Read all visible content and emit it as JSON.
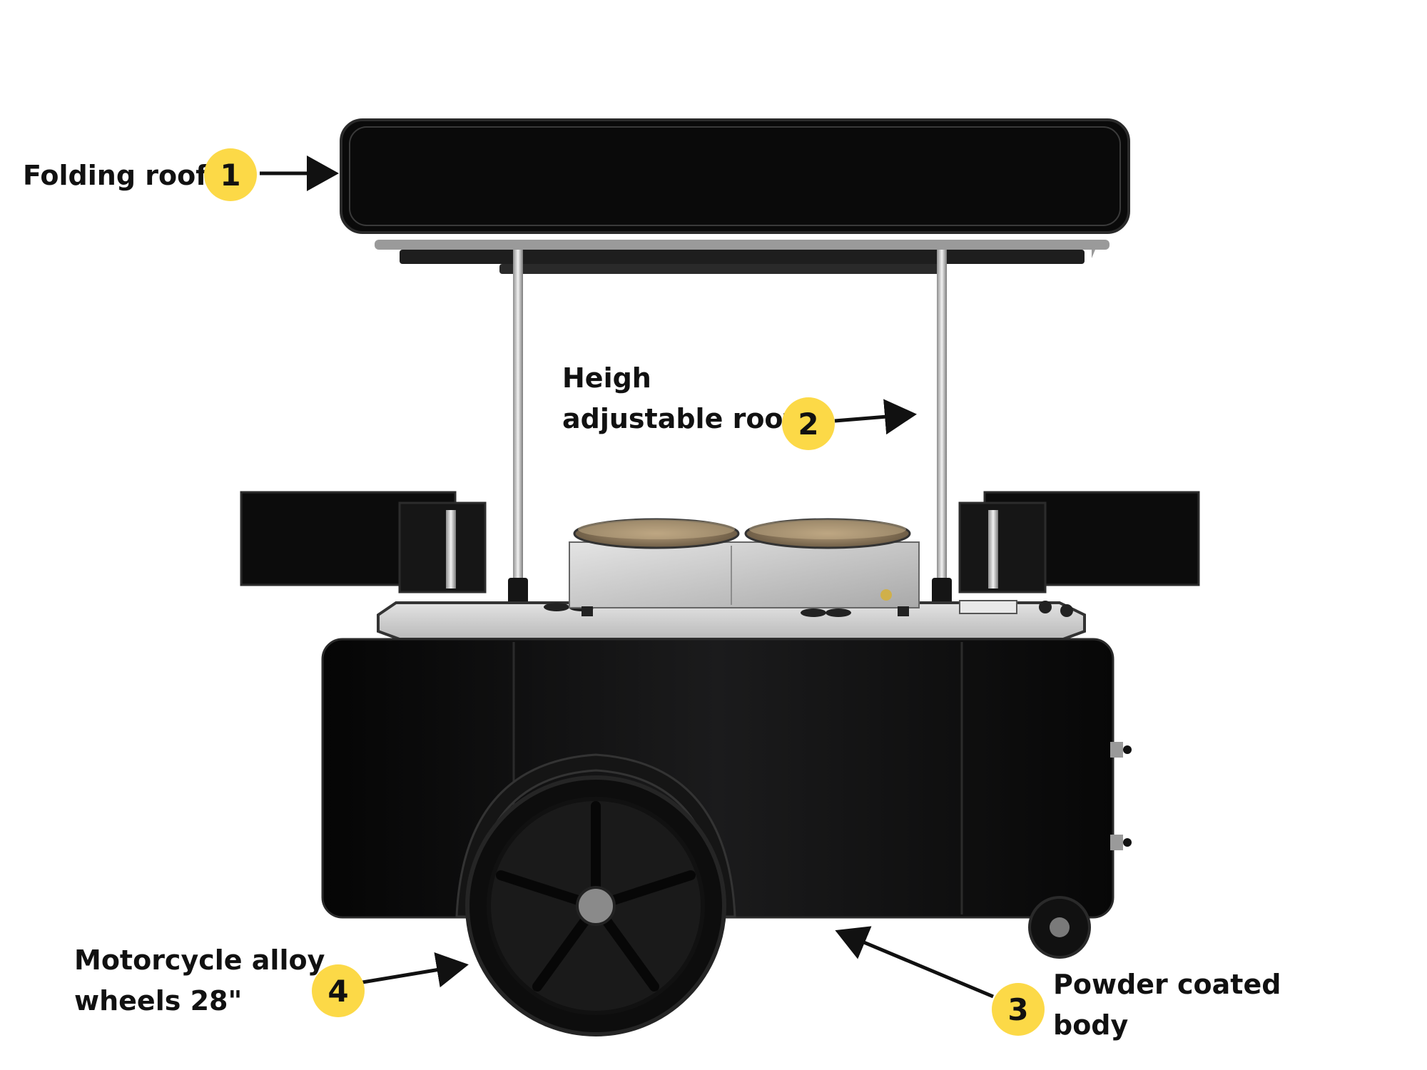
{
  "colors": {
    "badge": "#FCD947",
    "cart_body": "#0c0c0d",
    "steel": "#c9c9c9",
    "counter": "#cfcfcf",
    "crepe_plate": "#a08a6a",
    "arrow": "#111111"
  },
  "callouts": [
    {
      "number": "1",
      "lines": [
        "Folding roof"
      ]
    },
    {
      "number": "2",
      "lines": [
        "Heigh",
        "adjustable roof"
      ]
    },
    {
      "number": "3",
      "lines": [
        "Powder coated",
        "body"
      ]
    },
    {
      "number": "4",
      "lines": [
        "Motorcycle alloy",
        "wheels 28\""
      ]
    }
  ]
}
